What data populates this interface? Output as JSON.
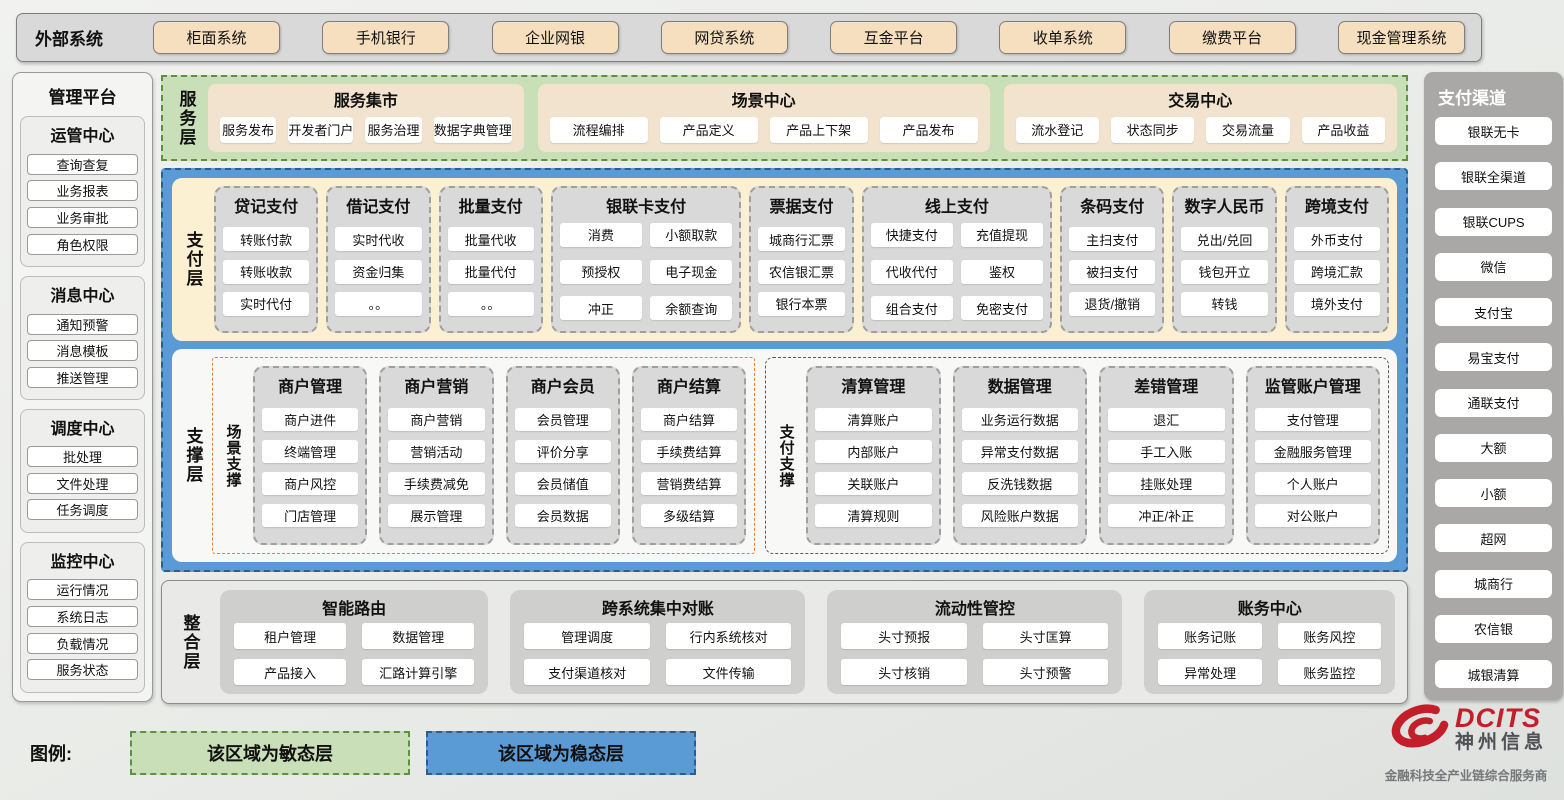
{
  "external_systems": {
    "label": "外部系统",
    "items": [
      "柜面系统",
      "手机银行",
      "企业网银",
      "网贷系统",
      "互金平台",
      "收单系统",
      "缴费平台",
      "现金管理系统"
    ]
  },
  "management_platform": {
    "title": "管理平台",
    "groups": [
      {
        "title": "运管中心",
        "items": [
          "查询查复",
          "业务报表",
          "业务审批",
          "角色权限"
        ]
      },
      {
        "title": "消息中心",
        "items": [
          "通知预警",
          "消息模板",
          "推送管理"
        ]
      },
      {
        "title": "调度中心",
        "items": [
          "批处理",
          "文件处理",
          "任务调度"
        ]
      },
      {
        "title": "监控中心",
        "items": [
          "运行情况",
          "系统日志",
          "负载情况",
          "服务状态"
        ]
      }
    ]
  },
  "service_layer": {
    "label": "服务层",
    "groups": [
      {
        "title": "服务集市",
        "items": [
          "服务发布",
          "开发者门户",
          "服务治理",
          "数据字典管理"
        ]
      },
      {
        "title": "场景中心",
        "items": [
          "流程编排",
          "产品定义",
          "产品上下架",
          "产品发布"
        ]
      },
      {
        "title": "交易中心",
        "items": [
          "流水登记",
          "状态同步",
          "交易流量",
          "产品收益"
        ]
      }
    ]
  },
  "payment_layer": {
    "label": "支付层",
    "columns": [
      {
        "title": "贷记支付",
        "wide": false,
        "items": [
          "转账付款",
          "转账收款",
          "实时代付"
        ]
      },
      {
        "title": "借记支付",
        "wide": false,
        "items": [
          "实时代收",
          "资金归集",
          "。。"
        ]
      },
      {
        "title": "批量支付",
        "wide": false,
        "items": [
          "批量代收",
          "批量代付",
          "。。"
        ]
      },
      {
        "title": "银联卡支付",
        "wide": true,
        "items": [
          "消费",
          "小额取款",
          "预授权",
          "电子现金",
          "冲正",
          "余额查询"
        ]
      },
      {
        "title": "票据支付",
        "wide": false,
        "items": [
          "城商行汇票",
          "农信银汇票",
          "银行本票"
        ]
      },
      {
        "title": "线上支付",
        "wide": true,
        "items": [
          "快捷支付",
          "充值提现",
          "代收代付",
          "鉴权",
          "组合支付",
          "免密支付"
        ]
      },
      {
        "title": "条码支付",
        "wide": false,
        "items": [
          "主扫支付",
          "被扫支付",
          "退货/撤销"
        ]
      },
      {
        "title": "数字人民币",
        "wide": false,
        "items": [
          "兑出/兑回",
          "钱包开立",
          "转钱"
        ]
      },
      {
        "title": "跨境支付",
        "wide": false,
        "items": [
          "外币支付",
          "跨境汇款",
          "境外支付"
        ]
      }
    ]
  },
  "support_layer": {
    "label": "支撑层",
    "groups": [
      {
        "label": "场景支撑",
        "columns": [
          {
            "title": "商户管理",
            "items": [
              "商户进件",
              "终端管理",
              "商户风控",
              "门店管理"
            ]
          },
          {
            "title": "商户营销",
            "items": [
              "商户营销",
              "营销活动",
              "手续费减免",
              "展示管理"
            ]
          },
          {
            "title": "商户会员",
            "items": [
              "会员管理",
              "评价分享",
              "会员储值",
              "会员数据"
            ]
          },
          {
            "title": "商户结算",
            "items": [
              "商户结算",
              "手续费结算",
              "营销费结算",
              "多级结算"
            ]
          }
        ]
      },
      {
        "label": "支付支撑",
        "columns": [
          {
            "title": "清算管理",
            "items": [
              "清算账户",
              "内部账户",
              "关联账户",
              "清算规则"
            ]
          },
          {
            "title": "数据管理",
            "items": [
              "业务运行数据",
              "异常支付数据",
              "反洗钱数据",
              "风险账户数据"
            ]
          },
          {
            "title": "差错管理",
            "items": [
              "退汇",
              "手工入账",
              "挂账处理",
              "冲正/补正"
            ]
          },
          {
            "title": "监管账户管理",
            "items": [
              "支付管理",
              "金融服务管理",
              "个人账户",
              "对公账户"
            ]
          }
        ]
      }
    ]
  },
  "integration_layer": {
    "label": "整合层",
    "groups": [
      {
        "title": "智能路由",
        "items": [
          "租户管理",
          "数据管理",
          "产品接入",
          "汇路计算引擎"
        ]
      },
      {
        "title": "跨系统集中对账",
        "items": [
          "管理调度",
          "行内系统核对",
          "支付渠道核对",
          "文件传输"
        ]
      },
      {
        "title": "流动性管控",
        "items": [
          "头寸预报",
          "头寸匡算",
          "头寸核销",
          "头寸预警"
        ]
      },
      {
        "title": "账务中心",
        "items": [
          "账务记账",
          "账务风控",
          "异常处理",
          "账务监控"
        ]
      }
    ]
  },
  "payment_channels": {
    "title": "支付渠道",
    "items": [
      "银联无卡",
      "银联全渠道",
      "银联CUPS",
      "微信",
      "支付宝",
      "易宝支付",
      "通联支付",
      "大额",
      "小额",
      "超网",
      "城商行",
      "农信银",
      "城银清算"
    ]
  },
  "legend": {
    "label": "图例:",
    "items": [
      {
        "text": "该区域为敏态层",
        "color": "#c9dfb7"
      },
      {
        "text": "该区域为稳态层",
        "color": "#5b9bd5"
      }
    ]
  },
  "logo": {
    "brand": "DCITS",
    "name": "神州信息",
    "tagline": "金融科技全产业链综合服务商"
  },
  "colors": {
    "agile_green_bg": "#c9dfb7",
    "agile_green_border": "#5d9142",
    "stable_blue_bg": "#5b9bd5",
    "stable_blue_border": "#2a5e8c",
    "panel_cream": "#fcf0d2",
    "module_gray": "#d9d9d9",
    "tan_button": "#f6dfbf",
    "brand_red": "#c31e2a"
  }
}
